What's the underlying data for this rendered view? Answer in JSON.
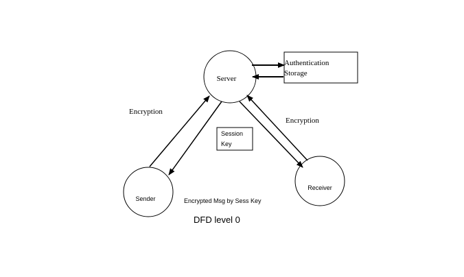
{
  "nodes": {
    "server": "Server",
    "sender": "Sender",
    "receiver": "Receiver"
  },
  "storage": {
    "line1": "Authentication",
    "line2": "Storage"
  },
  "session_key": {
    "line1": "Session",
    "line2": "Key"
  },
  "labels": {
    "encryption_left": "Encryption",
    "encryption_right": "Encryption",
    "encrypted_msg": "Encrypted Msg by Sess Key"
  },
  "caption": "DFD level 0"
}
